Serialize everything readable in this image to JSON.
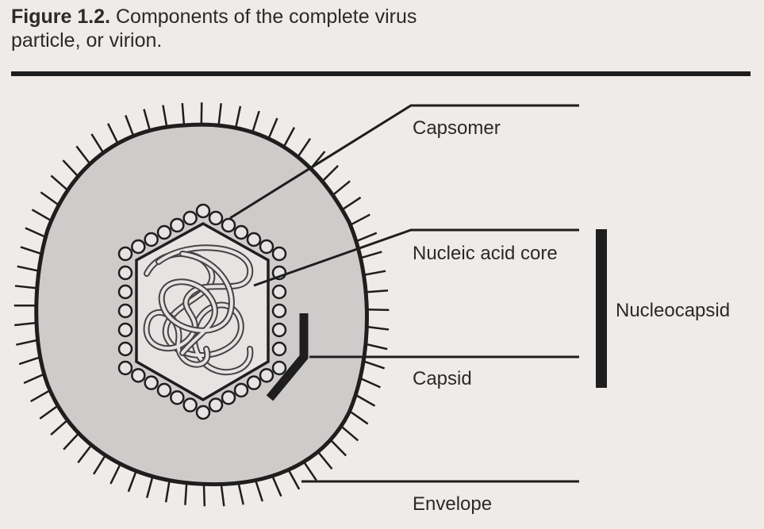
{
  "caption": {
    "figure_number": "Figure 1.2.",
    "text_line1": " Components of the complete virus",
    "text_line2": "particle, or virion."
  },
  "labels": {
    "capsomer": "Capsomer",
    "nucleic_acid_core": "Nucleic acid core",
    "nucleocapsid": "Nucleocapsid",
    "capsid": "Capsid",
    "envelope": "Envelope"
  },
  "colors": {
    "background": "#eeebe9",
    "envelope_fill": "#cfcbcb",
    "capsid_fill": "#e6e3e2",
    "ink": "#1e1e1e"
  }
}
